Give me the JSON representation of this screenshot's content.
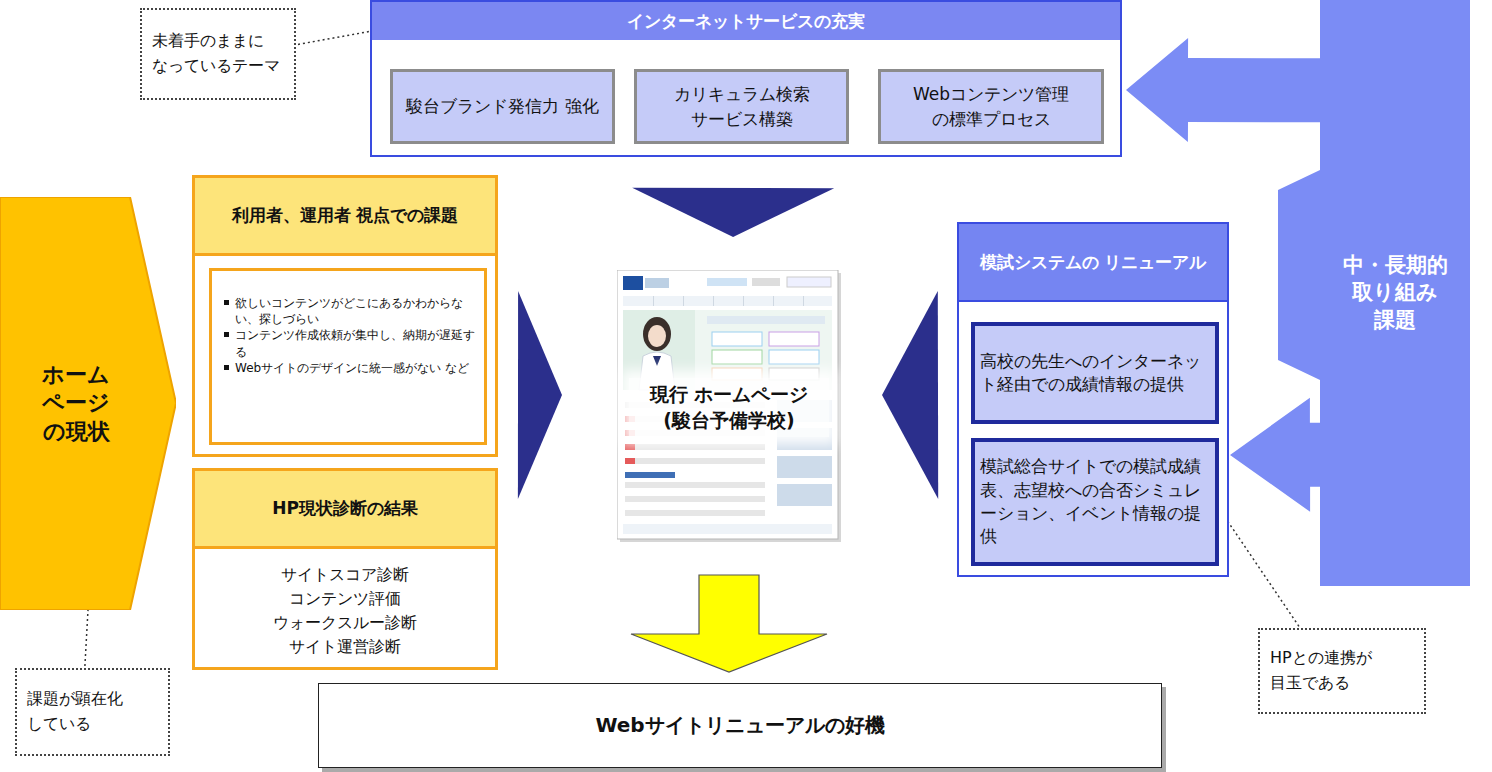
{
  "diagram": {
    "nodes": [
      {
        "text": [
          "インターネットサービスの充実"
        ]
      },
      {
        "text": [
          "駿台ブランド発信力 強化"
        ],
        "in": 0
      },
      {
        "text": [
          "カリキュラム検索 サービス構築"
        ],
        "in": 0
      },
      {
        "text": [
          "Webコンテンツ管理 の標準プロセス"
        ],
        "in": 0
      },
      {
        "text": [
          "未着手のままに なっているテーマ"
        ]
      },
      {
        "text": [
          "ホーム ページ の現状"
        ]
      },
      {
        "text": [
          "利用者、運用者 視点での課題"
        ]
      },
      {
        "text": [
          "欲しいコンテンツがどこにあるかわからない、探しづらい",
          "コンテンツ作成依頼が集中し、納期が遅延する",
          "Webサイトのデザインに統一感がない など"
        ],
        "in": 6
      },
      {
        "text": [
          "HP現状診断の結果",
          "サイトスコア診断",
          "コンテンツ評価",
          "ウォークスルー診断",
          "サイト運営診断"
        ]
      },
      {
        "text": [
          "現行 ホームページ(駿台予備学校)"
        ]
      },
      {
        "text": [
          "模試システムの リニューアル"
        ]
      },
      {
        "text": [
          "高校の先生へのインターネット経由での成績情報の提供"
        ],
        "in": 10
      },
      {
        "text": [
          "模試総合サイトでの模試成績表、志望校への合否シミュレーション、イベント情報の提供"
        ],
        "in": 10
      },
      {
        "text": [
          "中・長期的 取り組み 課題"
        ]
      },
      {
        "text": [
          "Webサイトリニューアルの好機"
        ]
      },
      {
        "text": [
          "課題が顕在化 している"
        ]
      },
      {
        "text": [
          "HPとの連携が 目玉である"
        ]
      }
    ],
    "edges": [
      {
        "from": 0,
        "to": 9,
        "arrow": "to"
      },
      {
        "from": 6,
        "to": 9,
        "arrow": "to"
      },
      {
        "from": 10,
        "to": 9,
        "arrow": "to"
      },
      {
        "from": 9,
        "to": 14,
        "arrow": "to"
      },
      {
        "from": 13,
        "to": 0,
        "arrow": "to"
      },
      {
        "from": 13,
        "to": 10,
        "arrow": "to"
      },
      {
        "from": 4,
        "to": 0,
        "arrow": "none"
      },
      {
        "from": 15,
        "to": 5,
        "arrow": "none"
      },
      {
        "from": 16,
        "to": 12,
        "arrow": "none"
      }
    ]
  }
}
